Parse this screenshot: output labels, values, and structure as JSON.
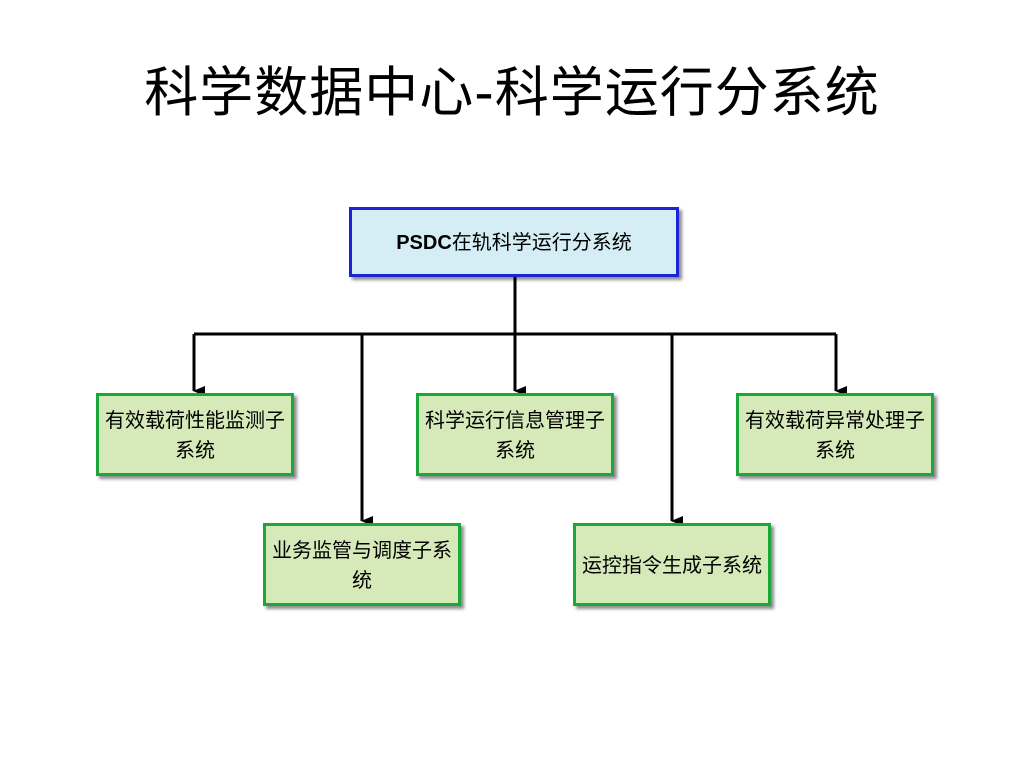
{
  "title": "科学数据中心-科学运行分系统",
  "root": {
    "prefix": "PSDC",
    "label": "在轨科学运行分系统"
  },
  "children": [
    {
      "label": "有效载荷性能监测子系统"
    },
    {
      "label": "科学运行信息管理子系统"
    },
    {
      "label": "有效载荷异常处理子系统"
    },
    {
      "label": "业务监管与调度子系统"
    },
    {
      "label": "运控指令生成子系统"
    }
  ],
  "colors": {
    "root_fill": "#d5eef6",
    "root_border": "#1c24d6",
    "child_fill": "#d6e9b8",
    "child_border": "#1aa83a",
    "connector": "#000000"
  }
}
